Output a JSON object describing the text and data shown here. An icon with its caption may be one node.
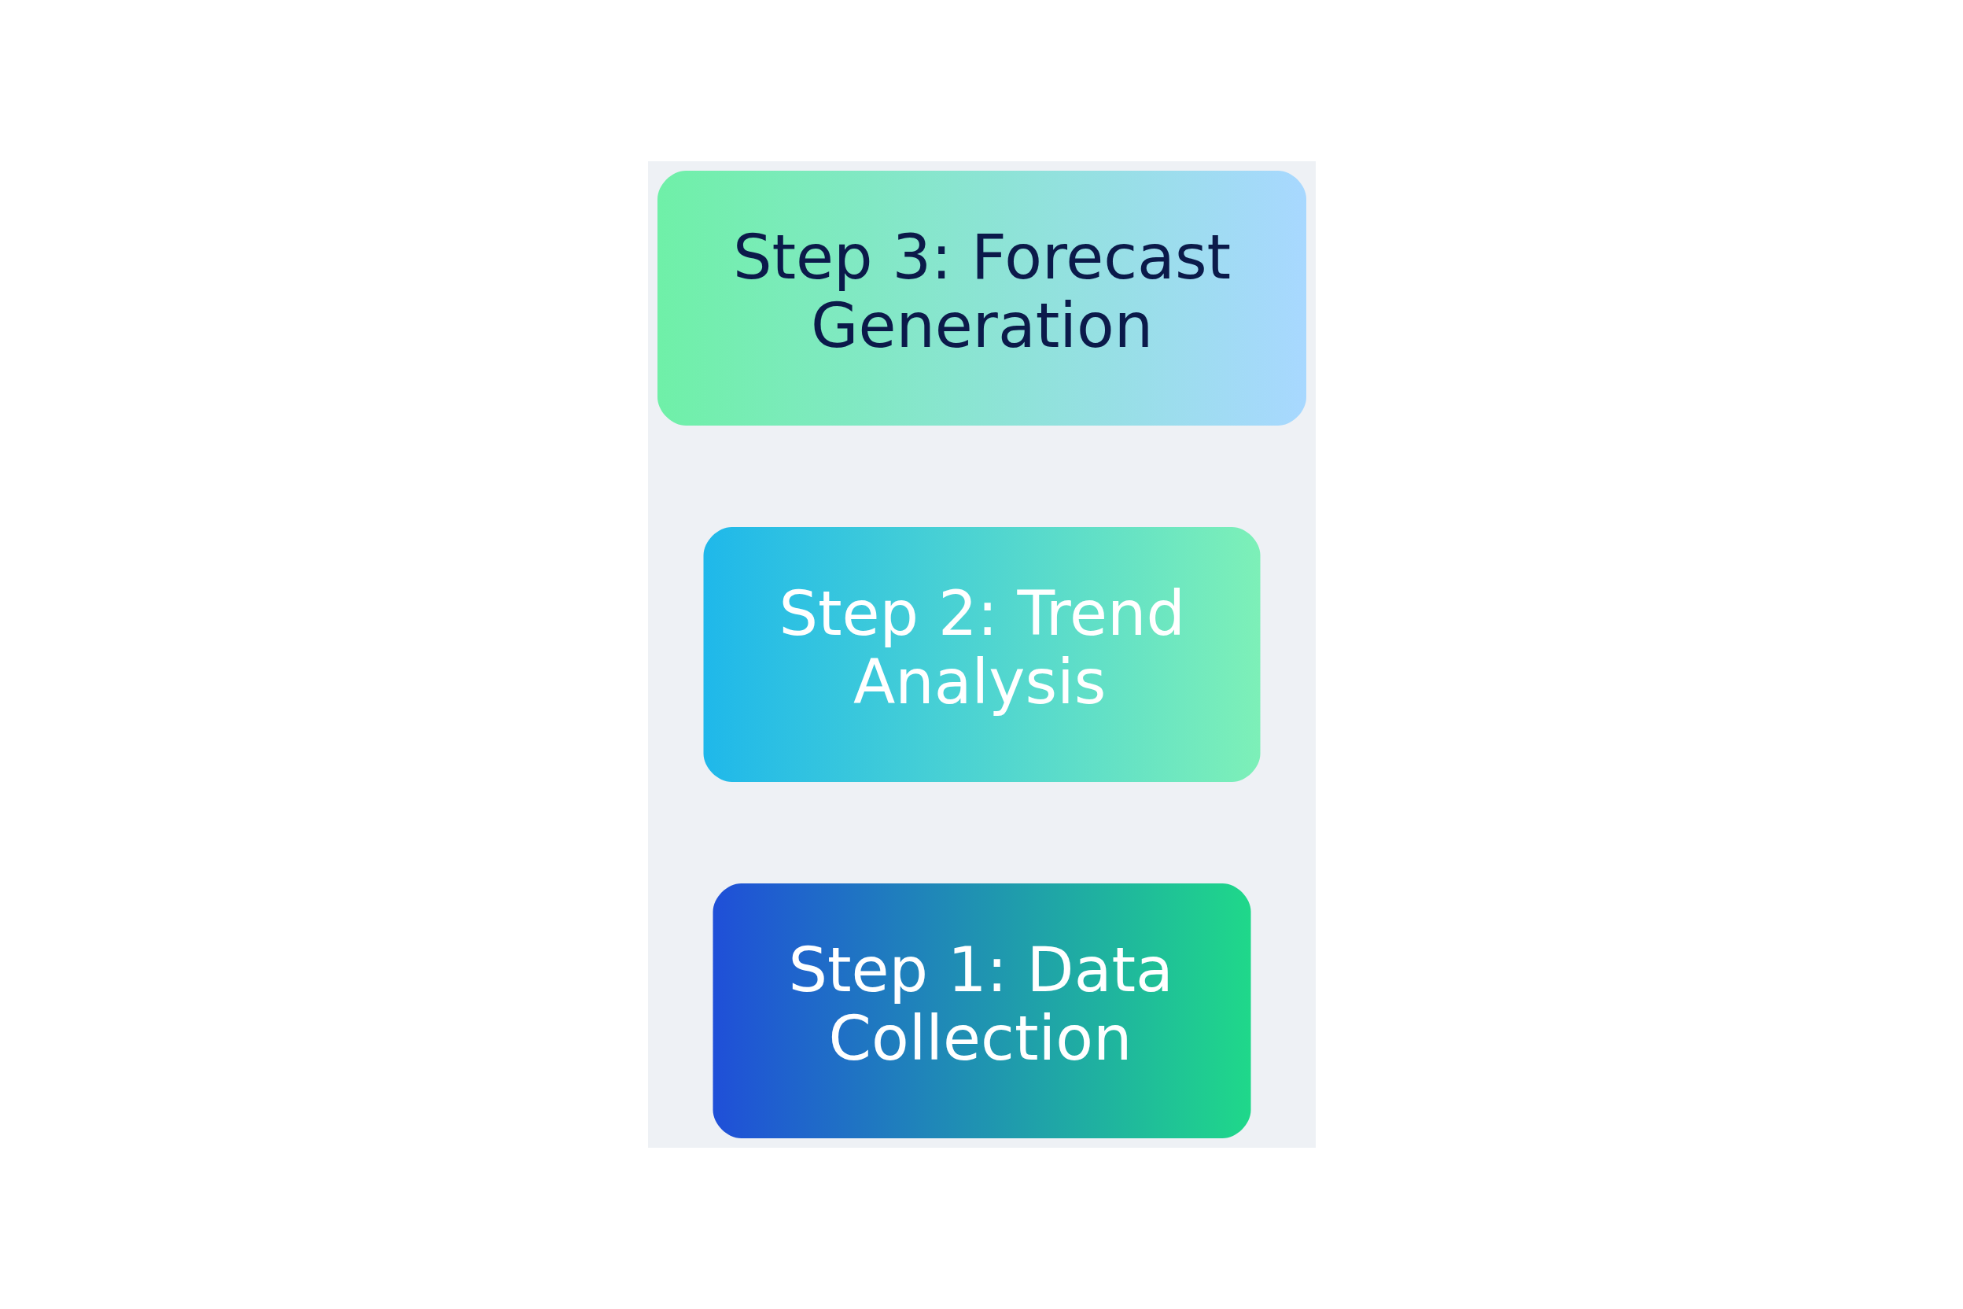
{
  "diagram": {
    "nodes": [
      {
        "text": [
          "Step 1: Data Collection"
        ]
      },
      {
        "text": [
          "Step 2: Trend Analysis"
        ]
      },
      {
        "text": [
          "Step 3: Forecast Generation"
        ]
      }
    ]
  }
}
